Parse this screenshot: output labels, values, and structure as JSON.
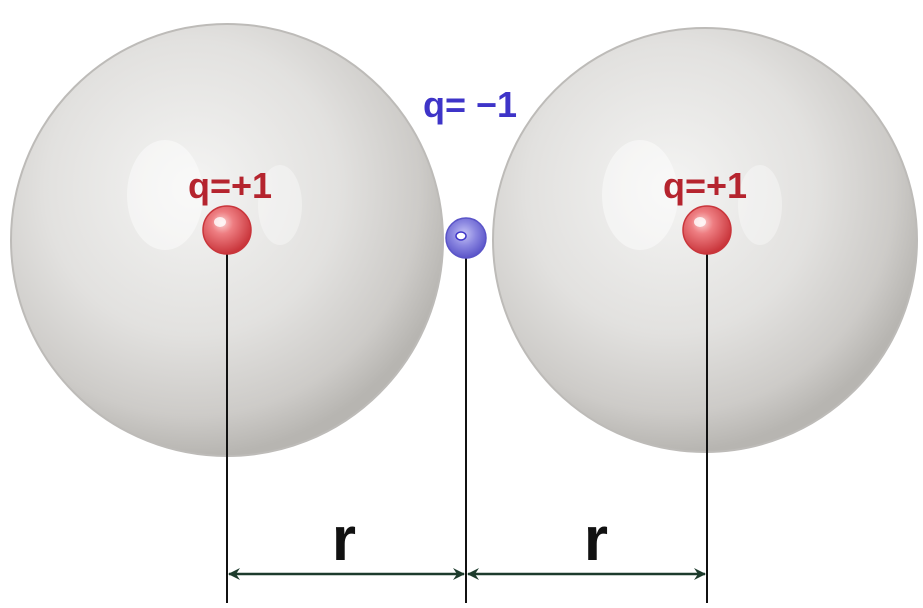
{
  "diagram": {
    "positive_charge_left": {
      "label": "q=+1",
      "color": "#b5242e"
    },
    "negative_charge": {
      "label": "q= −1",
      "color": "#3e34c8"
    },
    "positive_charge_right": {
      "label": "q=+1",
      "color": "#b5242e"
    },
    "distance_left": {
      "label": "r"
    },
    "distance_right": {
      "label": "r"
    }
  },
  "colors": {
    "sphere": "#d9d9d9",
    "positive_charge": "#e3656a",
    "negative_charge": "#8a86e0",
    "line": "#111111",
    "arrow": "#1d3b2c"
  }
}
